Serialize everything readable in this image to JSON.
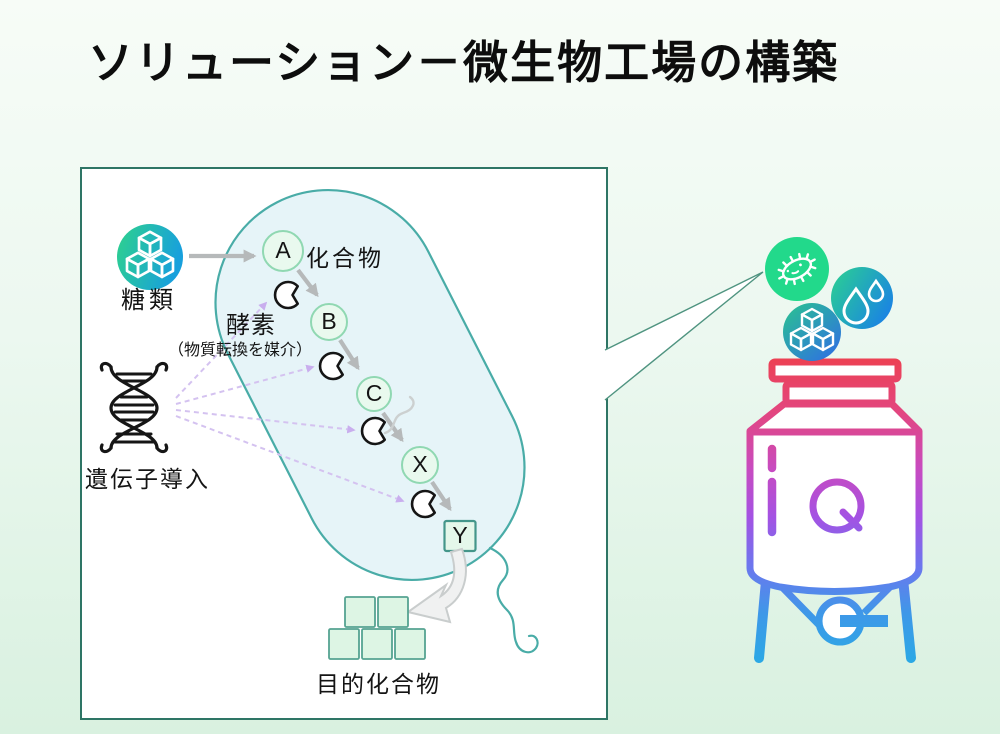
{
  "slide": {
    "title": "ソリューション－微生物工場の構築"
  },
  "panel": {
    "input": {
      "icon": "sugar-cubes-icon",
      "label": "糖類"
    },
    "cell": {
      "compound_label": "化合物",
      "nodes": [
        {
          "label": "A"
        },
        {
          "label": "B"
        },
        {
          "label": "C"
        },
        {
          "label": "X"
        },
        {
          "label": "Y"
        }
      ],
      "enzyme": {
        "icon": "enzyme-pacman-icon",
        "label": "酵素",
        "note": "（物質転換を媒介）",
        "count": 4
      }
    },
    "gene": {
      "icon": "dna-icon",
      "label": "遺伝子導入"
    },
    "output": {
      "label": "目的化合物",
      "square_count": 5
    }
  },
  "factory": {
    "input_icons": [
      {
        "name": "bacteria-icon",
        "color": "#22d98b"
      },
      {
        "name": "water-drops-icon",
        "color_from": "#2bd290",
        "color_to": "#1b86e0"
      },
      {
        "name": "sugar-cubes-icon",
        "color_from": "#2ac48f",
        "color_to": "#2f6fe3"
      }
    ],
    "equipment_icon": "fermenter-tank-icon"
  },
  "colors": {
    "background_top": "#f7fcf7",
    "background_bottom": "#d9f1e0",
    "panel_border": "#2e7565",
    "cell_fill": "#e6f4f8",
    "cell_stroke": "#49aca7",
    "node_fill": "#e9f9ee",
    "node_stroke": "#90d8b2",
    "target_square_fill": "#ddf5e4",
    "target_square_stroke": "#55a391",
    "arrow_gray": "#b6b9ba",
    "arrow_dashed_purple": "#d4c2f0",
    "sugar_icon_from": "#2ed28c",
    "sugar_icon_to": "#18a0dc",
    "fermenter_top": "#ec4154",
    "fermenter_mid": "#a452e3",
    "fermenter_bottom": "#2ba8e5"
  }
}
